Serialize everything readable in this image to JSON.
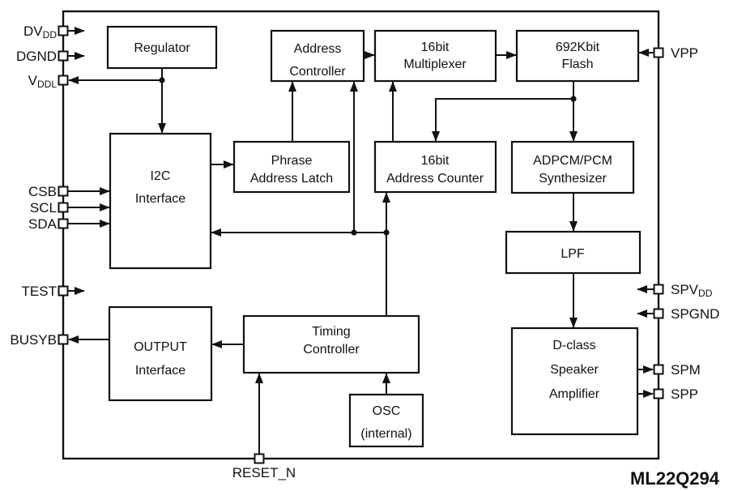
{
  "diagram_title": "ML22Q294 block diagram",
  "part_number": "ML22Q294",
  "colors": {
    "line": "#111111",
    "text": "#111111",
    "background": "#ffffff",
    "block_fill": "#ffffff"
  },
  "blocks": {
    "regulator": {
      "lines": [
        "Regulator"
      ]
    },
    "address_controller": {
      "lines": [
        "Address",
        "Controller"
      ]
    },
    "multiplexer": {
      "lines": [
        "16bit",
        "Multiplexer"
      ]
    },
    "flash": {
      "lines": [
        "692Kbit",
        "Flash"
      ]
    },
    "i2c": {
      "lines": [
        "I2C",
        "Interface"
      ]
    },
    "phrase_latch": {
      "lines": [
        "Phrase",
        "Address Latch"
      ]
    },
    "address_counter": {
      "lines": [
        "16bit",
        "Address Counter"
      ]
    },
    "adpcm": {
      "lines": [
        "ADPCM/PCM",
        "Synthesizer"
      ]
    },
    "lpf": {
      "lines": [
        "LPF"
      ]
    },
    "output_interface": {
      "lines": [
        "OUTPUT",
        "Interface"
      ]
    },
    "timing_controller": {
      "lines": [
        "Timing",
        "Controller"
      ]
    },
    "osc": {
      "lines": [
        "OSC",
        "(internal)"
      ]
    },
    "d_class_amp": {
      "lines": [
        "D-class",
        "Speaker",
        "Amplifier"
      ]
    }
  },
  "pins": {
    "dvdd": {
      "main": "DV",
      "sub": "DD"
    },
    "dgnd": {
      "main": "DGND"
    },
    "vddl": {
      "main": "V",
      "sub": "DDL"
    },
    "csb": {
      "main": "CSB"
    },
    "scl": {
      "main": "SCL"
    },
    "sda": {
      "main": "SDA"
    },
    "test": {
      "main": "TEST"
    },
    "busyb": {
      "main": "BUSYB"
    },
    "reset_n": {
      "main": "RESET_N"
    },
    "vpp": {
      "main": "VPP"
    },
    "spvdd": {
      "main": "SPV",
      "sub": "DD"
    },
    "spgnd": {
      "main": "SPGND"
    },
    "spm": {
      "main": "SPM"
    },
    "spp": {
      "main": "SPP"
    }
  }
}
